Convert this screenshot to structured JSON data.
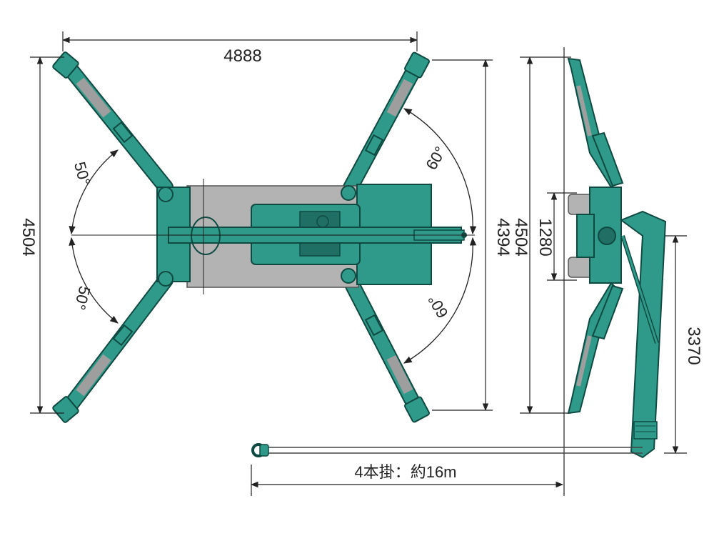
{
  "colors": {
    "machine": "#2f9a8a",
    "machine_dark": "#1f6f64",
    "machine_outline": "#0f4a42",
    "body_gray": "#b3b3b3",
    "rod_gray": "#9e9e9e",
    "line": "#222222"
  },
  "dimensions": {
    "top_width": "4888",
    "left_height": "4504",
    "inner_height": "4394",
    "side_height": "4504",
    "side_small": "1280",
    "boom_height": "3370",
    "hook_length": "4本掛：約16m"
  },
  "angles": {
    "upper_left": "50°",
    "lower_left": "50°",
    "upper_right": "60°",
    "lower_right": "60°"
  }
}
